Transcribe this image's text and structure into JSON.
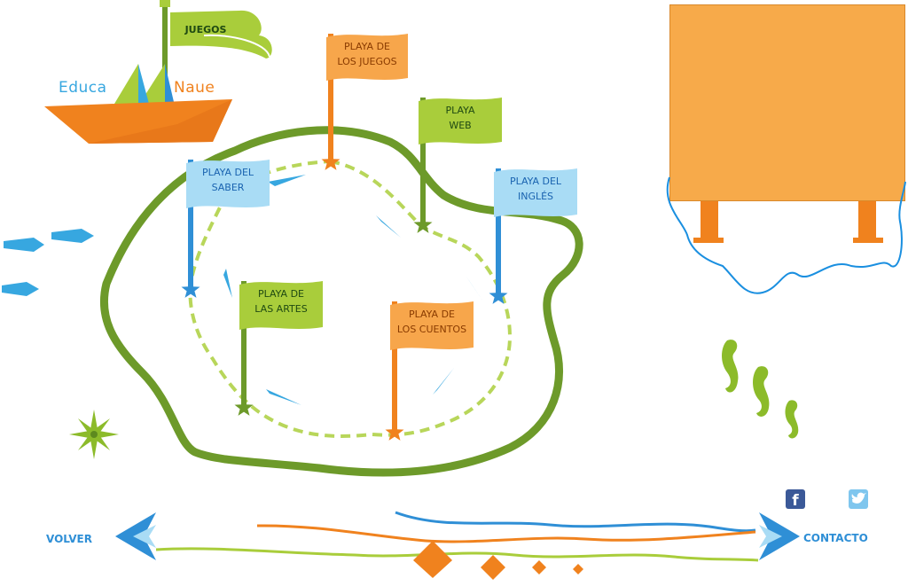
{
  "logo": {
    "part1": "Educa",
    "part2": "Naue"
  },
  "boat_flag": {
    "label": "JUEGOS"
  },
  "flags": [
    {
      "id": "playa-de-los-juegos",
      "lines": [
        "PLAYA DE",
        "LOS JUEGOS"
      ],
      "color": "#f7a64b",
      "pole": "#f0821e",
      "text_color": "#8a3b00"
    },
    {
      "id": "playa-web",
      "lines": [
        "PLAYA",
        "WEB"
      ],
      "color": "#a9cd3b",
      "pole": "#6d9a2a",
      "text_color": "#1f4a12"
    },
    {
      "id": "playa-del-saber",
      "lines": [
        "PLAYA DEL",
        "SABER"
      ],
      "color": "#a9dcf5",
      "pole": "#2f8fd6",
      "text_color": "#1a63b0"
    },
    {
      "id": "playa-del-ingles",
      "lines": [
        "PLAYA DEL",
        "INGLÉS"
      ],
      "color": "#a9dcf5",
      "pole": "#2f8fd6",
      "text_color": "#1a63b0"
    },
    {
      "id": "playa-de-las-artes",
      "lines": [
        "PLAYA DE",
        "LAS  ARTES"
      ],
      "color": "#a9cd3b",
      "pole": "#6d9a2a",
      "text_color": "#1f4a12"
    },
    {
      "id": "playa-de-los-cuentos",
      "lines": [
        "PLAYA DE",
        "LOS CUENTOS"
      ],
      "color": "#f7a64b",
      "pole": "#f0821e",
      "text_color": "#8a3b00"
    }
  ],
  "nav": {
    "back": "VOLVER",
    "contact": "CONTACTO"
  },
  "social": {
    "facebook": "f"
  },
  "colors": {
    "island": "#6d9a2a",
    "path": "#b8d65a",
    "orange": "#f0821e",
    "blue": "#2f8fd6",
    "green": "#a9cd3b",
    "board": "#f7aa4a"
  }
}
